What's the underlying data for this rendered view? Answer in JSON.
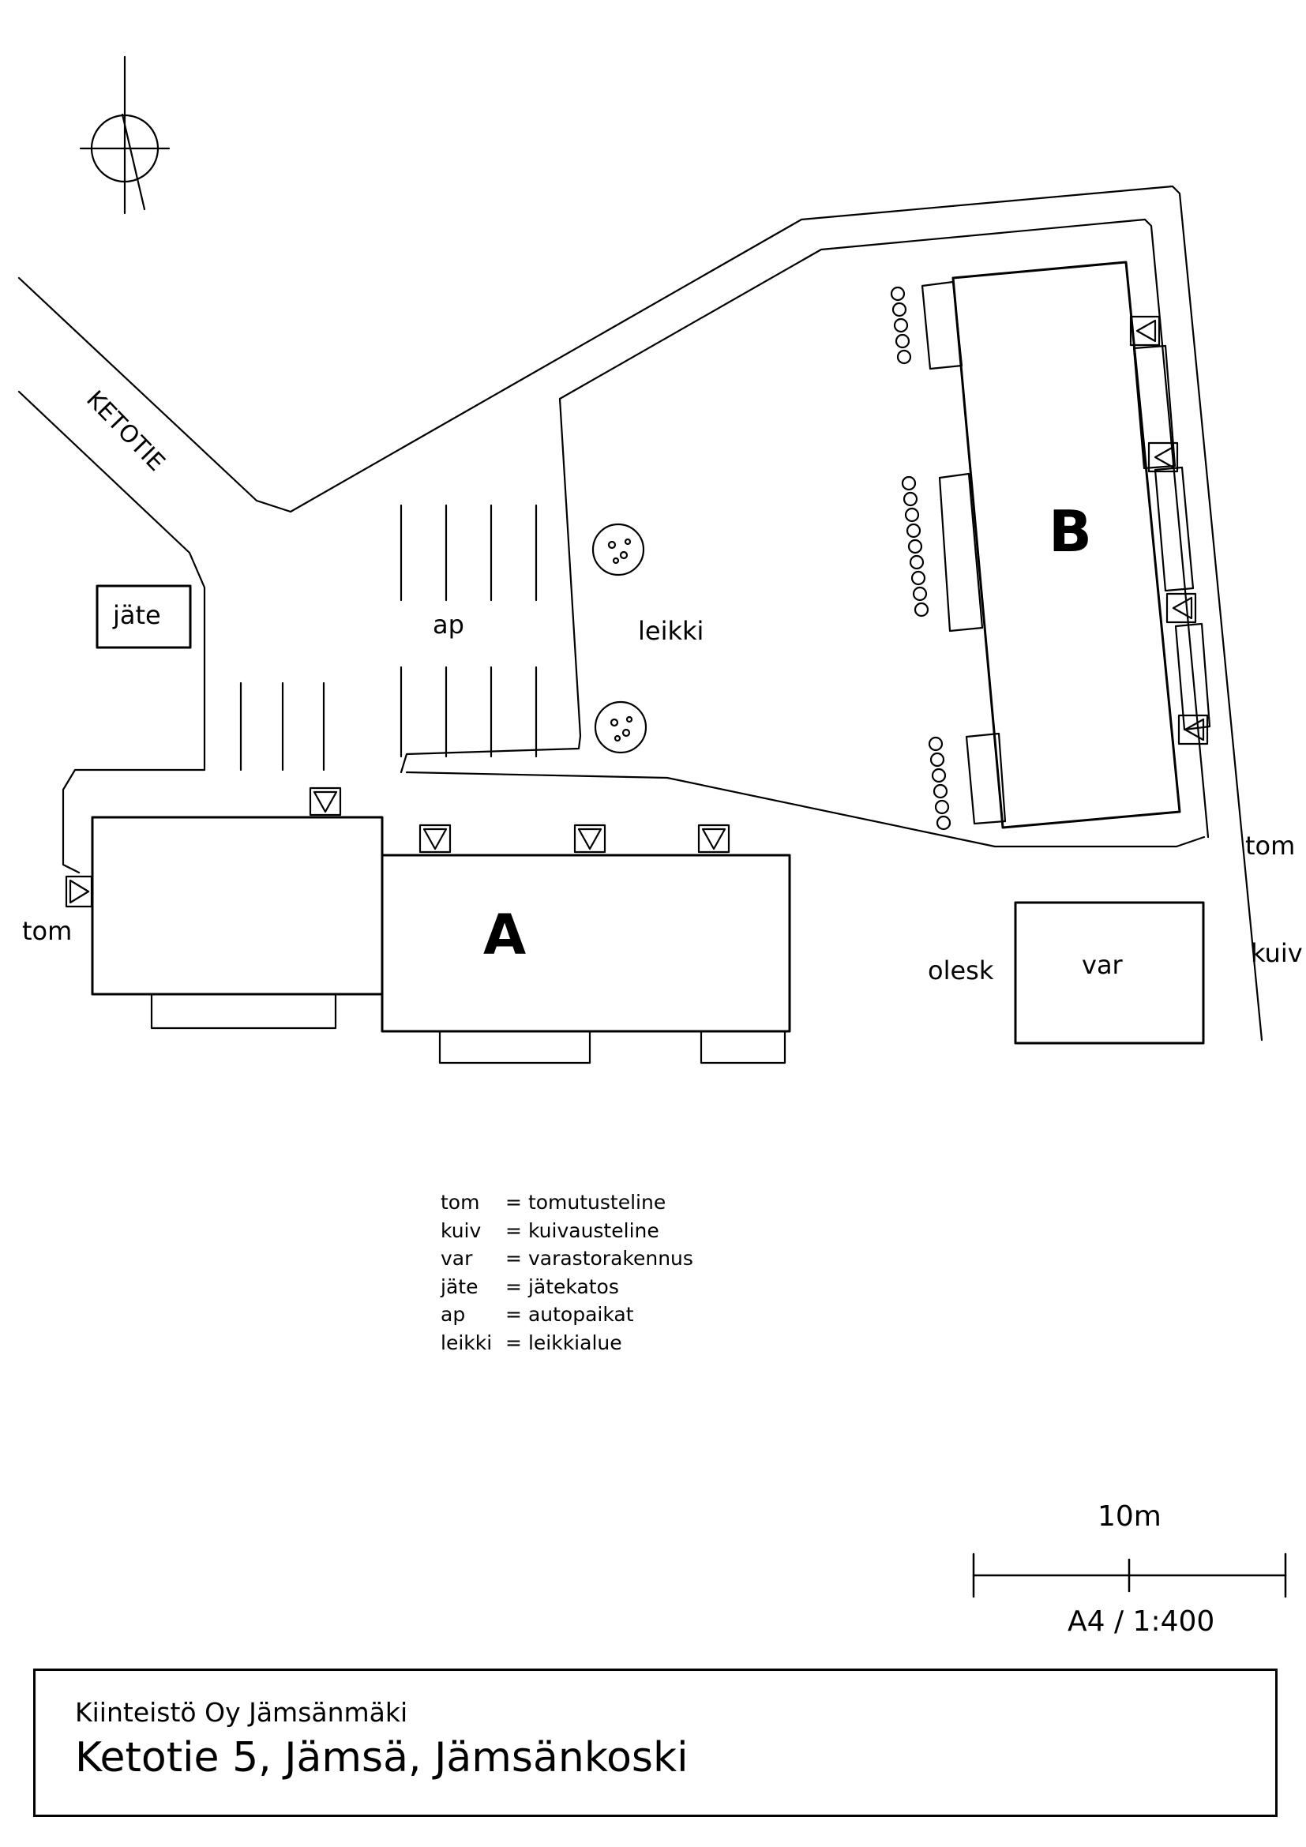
{
  "map": {
    "street": "KETOTIE",
    "buildings": {
      "a": "A",
      "b": "B"
    },
    "labels": {
      "jate": "jäte",
      "ap": "ap",
      "leikki": "leikki",
      "tom_left": "tom",
      "tom_right": "tom",
      "kuiv": "kuiv",
      "olesk": "olesk",
      "var": "var"
    }
  },
  "legend": [
    {
      "abbr": "tom",
      "meaning": "tomutusteline"
    },
    {
      "abbr": "kuiv",
      "meaning": "kuivausteline"
    },
    {
      "abbr": "var",
      "meaning": "varastorakennus"
    },
    {
      "abbr": "jäte",
      "meaning": "jätekatos"
    },
    {
      "abbr": "ap",
      "meaning": "autopaikat"
    },
    {
      "abbr": "leikki",
      "meaning": "leikkialue"
    }
  ],
  "scale": {
    "bar_label": "10m",
    "ratio": "A4 / 1:400"
  },
  "title_block": {
    "company": "Kiinteistö Oy Jämsänmäki",
    "address": "Ketotie 5, Jämsä, Jämsänkoski"
  },
  "icons": [
    "north-arrow-icon",
    "tree-icon",
    "shrub-icon",
    "tom-marker-icon"
  ]
}
